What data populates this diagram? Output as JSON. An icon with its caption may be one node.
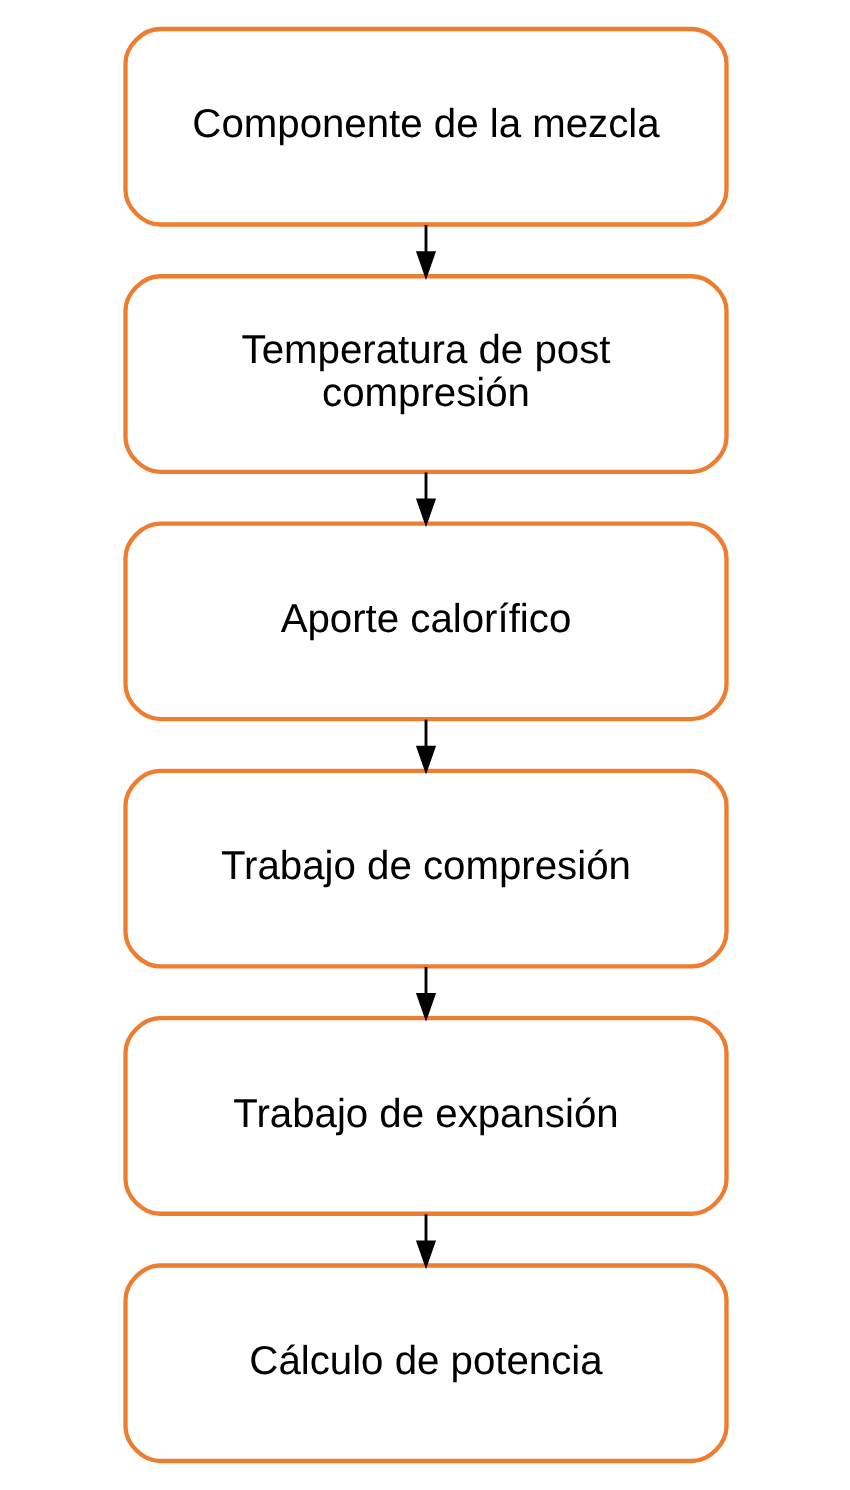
{
  "diagram": {
    "nodes": [
      {
        "text": [
          "Componente de la mezcla"
        ]
      },
      {
        "text": [
          "Temperatura de post compresión"
        ]
      },
      {
        "text": [
          "Aporte calorífico"
        ]
      },
      {
        "text": [
          "Trabajo de compresión"
        ]
      },
      {
        "text": [
          "Trabajo de expansión"
        ]
      },
      {
        "text": [
          "Cálculo de potencia"
        ]
      }
    ],
    "edges": [
      {
        "from": 0,
        "to": 1,
        "arrow": "to"
      },
      {
        "from": 1,
        "to": 2,
        "arrow": "to"
      },
      {
        "from": 2,
        "to": 3,
        "arrow": "to"
      },
      {
        "from": 3,
        "to": 4,
        "arrow": "to"
      },
      {
        "from": 4,
        "to": 5,
        "arrow": "to"
      }
    ]
  }
}
